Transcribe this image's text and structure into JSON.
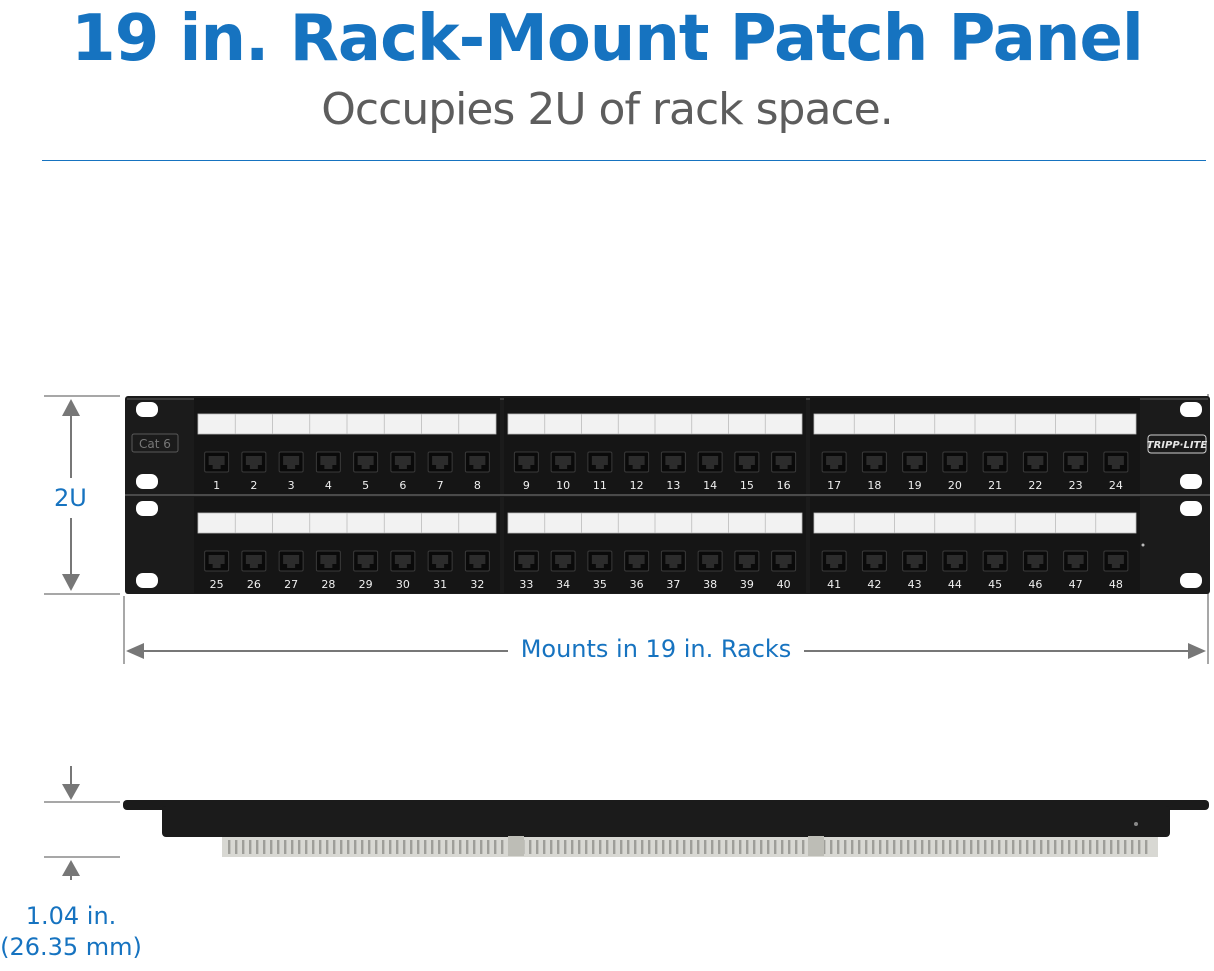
{
  "header": {
    "title": "19 in. Rack-Mount Patch Panel",
    "subtitle": "Occupies 2U of rack space."
  },
  "panel": {
    "brand_label": "TRIPP·LITE",
    "category_label": "Cat 6",
    "rows": [
      {
        "blocks": [
          {
            "ports": [
              "1",
              "2",
              "3",
              "4",
              "5",
              "6",
              "7",
              "8"
            ]
          },
          {
            "ports": [
              "9",
              "10",
              "11",
              "12",
              "13",
              "14",
              "15",
              "16"
            ]
          },
          {
            "ports": [
              "17",
              "18",
              "19",
              "20",
              "21",
              "22",
              "23",
              "24"
            ]
          }
        ]
      },
      {
        "blocks": [
          {
            "ports": [
              "25",
              "26",
              "27",
              "28",
              "29",
              "30",
              "31",
              "32"
            ]
          },
          {
            "ports": [
              "33",
              "34",
              "35",
              "36",
              "37",
              "38",
              "39",
              "40"
            ]
          },
          {
            "ports": [
              "41",
              "42",
              "43",
              "44",
              "45",
              "46",
              "47",
              "48"
            ]
          }
        ]
      }
    ]
  },
  "dimensions": {
    "height_label": "2U",
    "width_label": "Mounts in 19 in. Racks",
    "depth_label_line1": "1.04 in.",
    "depth_label_line2": "(26.35 mm)"
  },
  "colors": {
    "accent": "#1673c0",
    "subtitle_text": "#5d5d5d",
    "panel_body": "#1b1b1b",
    "dimension_line": "#777777"
  }
}
